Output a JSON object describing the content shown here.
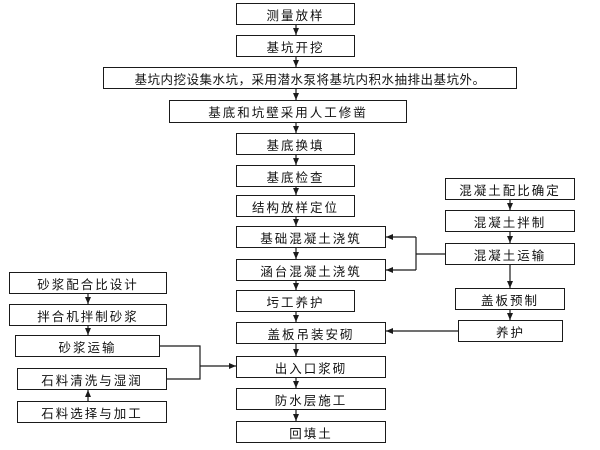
{
  "main_flow": [
    {
      "id": "m1",
      "label": "测量放样"
    },
    {
      "id": "m2",
      "label": "基坑开挖"
    },
    {
      "id": "m3",
      "label": "基坑内挖设集水坑，采用潜水泵将基坑内积水抽排出基坑外。"
    },
    {
      "id": "m4",
      "label": "基底和坑壁采用人工修凿"
    },
    {
      "id": "m5",
      "label": "基底换填"
    },
    {
      "id": "m6",
      "label": "基底检查"
    },
    {
      "id": "m7",
      "label": "结构放样定位"
    },
    {
      "id": "m8",
      "label": "基础混凝土浇筑"
    },
    {
      "id": "m9",
      "label": "涵台混凝土浇筑"
    },
    {
      "id": "m10",
      "label": "圬工养护"
    },
    {
      "id": "m11",
      "label": "盖板吊装安砌"
    },
    {
      "id": "m12",
      "label": "出入口浆砌"
    },
    {
      "id": "m13",
      "label": "防水层施工"
    },
    {
      "id": "m14",
      "label": "回填土"
    }
  ],
  "concrete_branch": [
    {
      "id": "r1",
      "label": "混凝土配比确定"
    },
    {
      "id": "r2",
      "label": "混凝土拌制"
    },
    {
      "id": "r3",
      "label": "混凝土运输"
    },
    {
      "id": "r4",
      "label": "盖板预制"
    },
    {
      "id": "r5",
      "label": "养护"
    }
  ],
  "mortar_branch": [
    {
      "id": "l1",
      "label": "砂浆配合比设计"
    },
    {
      "id": "l2",
      "label": "拌合机拌制砂浆"
    },
    {
      "id": "l3",
      "label": "砂浆运输"
    },
    {
      "id": "l4",
      "label": "石料清洗与湿润"
    },
    {
      "id": "l5",
      "label": "石料选择与加工"
    }
  ]
}
